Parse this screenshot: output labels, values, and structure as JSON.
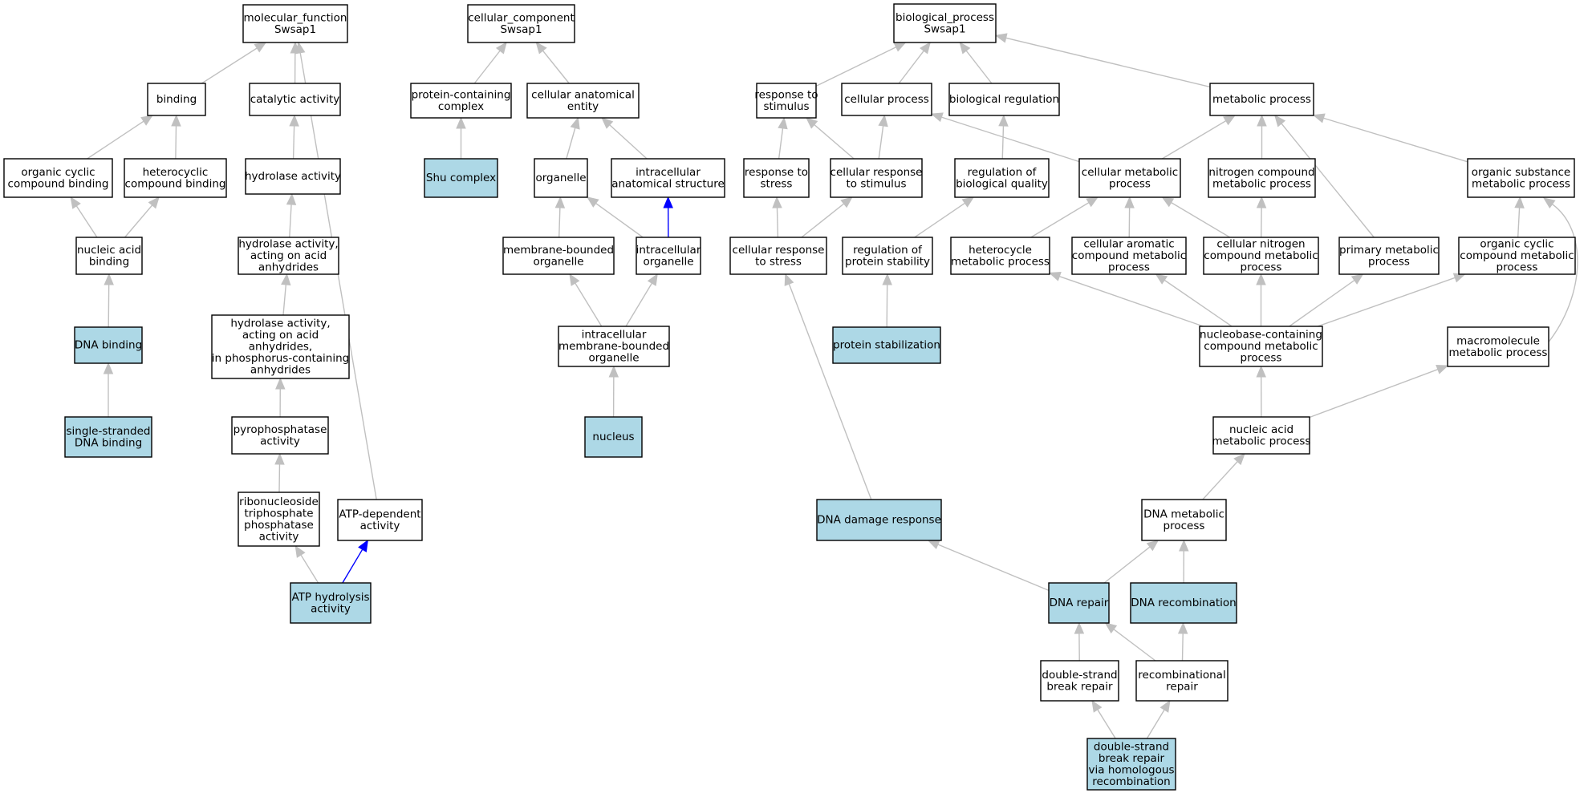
{
  "colors": {
    "highlight": "#add8e6",
    "normal": "#ffffff",
    "edge_gray": "#c0c0c0",
    "edge_blue": "#0000ff",
    "border": "#000000"
  },
  "nodes": {
    "mf_root": {
      "lines": [
        "molecular_function",
        "Swsap1"
      ],
      "highlight": false
    },
    "cc_root": {
      "lines": [
        "cellular_component",
        "Swsap1"
      ],
      "highlight": false
    },
    "bp_root": {
      "lines": [
        "biological_process",
        "Swsap1"
      ],
      "highlight": false
    },
    "binding": {
      "lines": [
        "binding"
      ],
      "highlight": false
    },
    "catalytic": {
      "lines": [
        "catalytic activity"
      ],
      "highlight": false
    },
    "protcomplex": {
      "lines": [
        "protein-containing",
        "complex"
      ],
      "highlight": false
    },
    "cae": {
      "lines": [
        "cellular anatomical",
        "entity"
      ],
      "highlight": false
    },
    "rts": {
      "lines": [
        "response to",
        "stimulus"
      ],
      "highlight": false
    },
    "cellproc": {
      "lines": [
        "cellular process"
      ],
      "highlight": false
    },
    "bioreg": {
      "lines": [
        "biological regulation"
      ],
      "highlight": false
    },
    "metab": {
      "lines": [
        "metabolic process"
      ],
      "highlight": false
    },
    "ocb": {
      "lines": [
        "organic cyclic",
        "compound binding"
      ],
      "highlight": false
    },
    "hcb": {
      "lines": [
        "heterocyclic",
        "compound binding"
      ],
      "highlight": false
    },
    "hydrolase": {
      "lines": [
        "hydrolase activity"
      ],
      "highlight": false
    },
    "shu": {
      "lines": [
        "Shu complex"
      ],
      "highlight": true
    },
    "organelle": {
      "lines": [
        "organelle"
      ],
      "highlight": false
    },
    "ias": {
      "lines": [
        "intracellular",
        "anatomical structure"
      ],
      "highlight": false
    },
    "rtstress": {
      "lines": [
        "response to",
        "stress"
      ],
      "highlight": false
    },
    "crts": {
      "lines": [
        "cellular response",
        "to stimulus"
      ],
      "highlight": false
    },
    "rbq": {
      "lines": [
        "regulation of",
        "biological quality"
      ],
      "highlight": false
    },
    "cmp": {
      "lines": [
        "cellular metabolic",
        "process"
      ],
      "highlight": false
    },
    "ncmp": {
      "lines": [
        "nitrogen compound",
        "metabolic process"
      ],
      "highlight": false
    },
    "osmp": {
      "lines": [
        "organic substance",
        "metabolic process"
      ],
      "highlight": false
    },
    "nab": {
      "lines": [
        "nucleic acid",
        "binding"
      ],
      "highlight": false
    },
    "hyd_acid": {
      "lines": [
        "hydrolase activity,",
        "acting on acid",
        "anhydrides"
      ],
      "highlight": false
    },
    "mbo": {
      "lines": [
        "membrane-bounded",
        "organelle"
      ],
      "highlight": false
    },
    "io": {
      "lines": [
        "intracellular",
        "organelle"
      ],
      "highlight": false
    },
    "crtstress": {
      "lines": [
        "cellular response",
        "to stress"
      ],
      "highlight": false
    },
    "rps": {
      "lines": [
        "regulation of",
        "protein stability"
      ],
      "highlight": false
    },
    "hmp": {
      "lines": [
        "heterocycle",
        "metabolic process"
      ],
      "highlight": false
    },
    "cacmp": {
      "lines": [
        "cellular aromatic",
        "compound metabolic",
        "process"
      ],
      "highlight": false
    },
    "cncmp": {
      "lines": [
        "cellular nitrogen",
        "compound metabolic",
        "process"
      ],
      "highlight": false
    },
    "pmp": {
      "lines": [
        "primary metabolic",
        "process"
      ],
      "highlight": false
    },
    "occmp": {
      "lines": [
        "organic cyclic",
        "compound metabolic",
        "process"
      ],
      "highlight": false
    },
    "dnab": {
      "lines": [
        "DNA binding"
      ],
      "highlight": true
    },
    "hyd_phos": {
      "lines": [
        "hydrolase activity,",
        "acting on acid",
        "anhydrides,",
        "in phosphorus-containing",
        "anhydrides"
      ],
      "highlight": false
    },
    "imbo": {
      "lines": [
        "intracellular",
        "membrane-bounded",
        "organelle"
      ],
      "highlight": false
    },
    "pstab": {
      "lines": [
        "protein stabilization"
      ],
      "highlight": true
    },
    "nbccmp": {
      "lines": [
        "nucleobase-containing",
        "compound metabolic",
        "process"
      ],
      "highlight": false
    },
    "mmp": {
      "lines": [
        "macromolecule",
        "metabolic process"
      ],
      "highlight": false
    },
    "ssdna": {
      "lines": [
        "single-stranded",
        "DNA binding"
      ],
      "highlight": true
    },
    "pyro": {
      "lines": [
        "pyrophosphatase",
        "activity"
      ],
      "highlight": false
    },
    "nucleus": {
      "lines": [
        "nucleus"
      ],
      "highlight": true
    },
    "namp": {
      "lines": [
        "nucleic acid",
        "metabolic process"
      ],
      "highlight": false
    },
    "rntp": {
      "lines": [
        "ribonucleoside",
        "triphosphate",
        "phosphatase",
        "activity"
      ],
      "highlight": false
    },
    "atpdep": {
      "lines": [
        "ATP-dependent",
        "activity"
      ],
      "highlight": false
    },
    "dnadmg": {
      "lines": [
        "DNA damage response"
      ],
      "highlight": true
    },
    "dnamp": {
      "lines": [
        "DNA metabolic",
        "process"
      ],
      "highlight": false
    },
    "atphyd": {
      "lines": [
        "ATP hydrolysis",
        "activity"
      ],
      "highlight": true
    },
    "dnarep": {
      "lines": [
        "DNA repair"
      ],
      "highlight": true
    },
    "dnarec": {
      "lines": [
        "DNA recombination"
      ],
      "highlight": true
    },
    "dsbr": {
      "lines": [
        "double-strand",
        "break repair"
      ],
      "highlight": false
    },
    "recrep": {
      "lines": [
        "recombinational",
        "repair"
      ],
      "highlight": false
    },
    "dsbrhr": {
      "lines": [
        "double-strand",
        "break repair",
        "via homologous",
        "recombination"
      ],
      "highlight": true
    }
  },
  "edges": [
    {
      "from": "binding",
      "to": "mf_root",
      "color": "gray"
    },
    {
      "from": "catalytic",
      "to": "mf_root",
      "color": "gray"
    },
    {
      "from": "atpdep",
      "to": "mf_root",
      "color": "gray"
    },
    {
      "from": "ocb",
      "to": "binding",
      "color": "gray"
    },
    {
      "from": "hcb",
      "to": "binding",
      "color": "gray"
    },
    {
      "from": "nab",
      "to": "ocb",
      "color": "gray"
    },
    {
      "from": "nab",
      "to": "hcb",
      "color": "gray"
    },
    {
      "from": "dnab",
      "to": "nab",
      "color": "gray"
    },
    {
      "from": "ssdna",
      "to": "dnab",
      "color": "gray"
    },
    {
      "from": "hydrolase",
      "to": "catalytic",
      "color": "gray"
    },
    {
      "from": "hyd_acid",
      "to": "hydrolase",
      "color": "gray"
    },
    {
      "from": "hyd_phos",
      "to": "hyd_acid",
      "color": "gray"
    },
    {
      "from": "pyro",
      "to": "hyd_phos",
      "color": "gray"
    },
    {
      "from": "rntp",
      "to": "pyro",
      "color": "gray"
    },
    {
      "from": "atphyd",
      "to": "rntp",
      "color": "gray"
    },
    {
      "from": "atphyd",
      "to": "atpdep",
      "color": "blue"
    },
    {
      "from": "protcomplex",
      "to": "cc_root",
      "color": "gray"
    },
    {
      "from": "cae",
      "to": "cc_root",
      "color": "gray"
    },
    {
      "from": "shu",
      "to": "protcomplex",
      "color": "gray"
    },
    {
      "from": "organelle",
      "to": "cae",
      "color": "gray"
    },
    {
      "from": "ias",
      "to": "cae",
      "color": "gray"
    },
    {
      "from": "mbo",
      "to": "organelle",
      "color": "gray"
    },
    {
      "from": "io",
      "to": "organelle",
      "color": "gray"
    },
    {
      "from": "io",
      "to": "ias",
      "color": "blue"
    },
    {
      "from": "imbo",
      "to": "mbo",
      "color": "gray"
    },
    {
      "from": "imbo",
      "to": "io",
      "color": "gray"
    },
    {
      "from": "nucleus",
      "to": "imbo",
      "color": "gray"
    },
    {
      "from": "rts",
      "to": "bp_root",
      "color": "gray"
    },
    {
      "from": "cellproc",
      "to": "bp_root",
      "color": "gray"
    },
    {
      "from": "bioreg",
      "to": "bp_root",
      "color": "gray"
    },
    {
      "from": "metab",
      "to": "bp_root",
      "color": "gray"
    },
    {
      "from": "rtstress",
      "to": "rts",
      "color": "gray"
    },
    {
      "from": "crts",
      "to": "rts",
      "color": "gray"
    },
    {
      "from": "crts",
      "to": "cellproc",
      "color": "gray"
    },
    {
      "from": "cmp",
      "to": "cellproc",
      "color": "gray"
    },
    {
      "from": "rbq",
      "to": "bioreg",
      "color": "gray"
    },
    {
      "from": "cmp",
      "to": "metab",
      "color": "gray"
    },
    {
      "from": "ncmp",
      "to": "metab",
      "color": "gray"
    },
    {
      "from": "pmp",
      "to": "metab",
      "color": "gray"
    },
    {
      "from": "osmp",
      "to": "metab",
      "color": "gray"
    },
    {
      "from": "crtstress",
      "to": "rtstress",
      "color": "gray"
    },
    {
      "from": "crtstress",
      "to": "crts",
      "color": "gray"
    },
    {
      "from": "rps",
      "to": "rbq",
      "color": "gray"
    },
    {
      "from": "hmp",
      "to": "cmp",
      "color": "gray"
    },
    {
      "from": "cacmp",
      "to": "cmp",
      "color": "gray"
    },
    {
      "from": "cncmp",
      "to": "cmp",
      "color": "gray"
    },
    {
      "from": "cncmp",
      "to": "ncmp",
      "color": "gray"
    },
    {
      "from": "occmp",
      "to": "osmp",
      "color": "gray"
    },
    {
      "from": "mmp",
      "to": "osmp",
      "color": "gray",
      "curve": true
    },
    {
      "from": "pstab",
      "to": "rps",
      "color": "gray"
    },
    {
      "from": "nbccmp",
      "to": "hmp",
      "color": "gray"
    },
    {
      "from": "nbccmp",
      "to": "cacmp",
      "color": "gray"
    },
    {
      "from": "nbccmp",
      "to": "cncmp",
      "color": "gray"
    },
    {
      "from": "nbccmp",
      "to": "pmp",
      "color": "gray"
    },
    {
      "from": "nbccmp",
      "to": "occmp",
      "color": "gray"
    },
    {
      "from": "namp",
      "to": "nbccmp",
      "color": "gray"
    },
    {
      "from": "namp",
      "to": "mmp",
      "color": "gray"
    },
    {
      "from": "dnamp",
      "to": "namp",
      "color": "gray"
    },
    {
      "from": "dnadmg",
      "to": "crtstress",
      "color": "gray"
    },
    {
      "from": "dnarep",
      "to": "dnadmg",
      "color": "gray"
    },
    {
      "from": "dnarep",
      "to": "dnamp",
      "color": "gray"
    },
    {
      "from": "dnarec",
      "to": "dnamp",
      "color": "gray"
    },
    {
      "from": "dsbr",
      "to": "dnarep",
      "color": "gray"
    },
    {
      "from": "recrep",
      "to": "dnarep",
      "color": "gray"
    },
    {
      "from": "recrep",
      "to": "dnarec",
      "color": "gray"
    },
    {
      "from": "dsbrhr",
      "to": "dsbr",
      "color": "gray"
    },
    {
      "from": "dsbrhr",
      "to": "recrep",
      "color": "gray"
    }
  ]
}
